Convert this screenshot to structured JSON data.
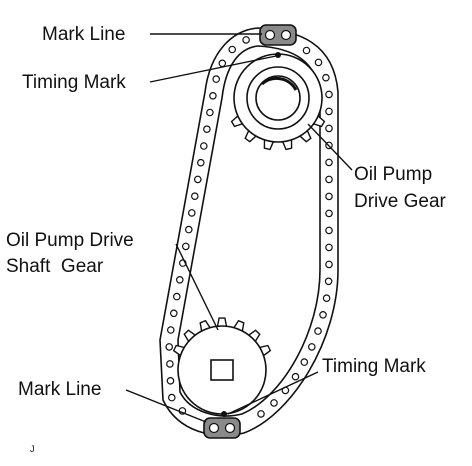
{
  "diagram": {
    "labels": {
      "mark_line_top": "Mark Line",
      "timing_mark_top": "Timing Mark",
      "oil_pump_drive_gear_line1": "Oil Pump",
      "oil_pump_drive_gear_line2": "Drive Gear",
      "drive_shaft_gear_line1": "Oil Pump Drive",
      "drive_shaft_gear_line2": "Shaft  Gear",
      "timing_mark_bottom": "Timing Mark",
      "mark_line_bottom": "Mark Line"
    },
    "figure_code": "J"
  }
}
